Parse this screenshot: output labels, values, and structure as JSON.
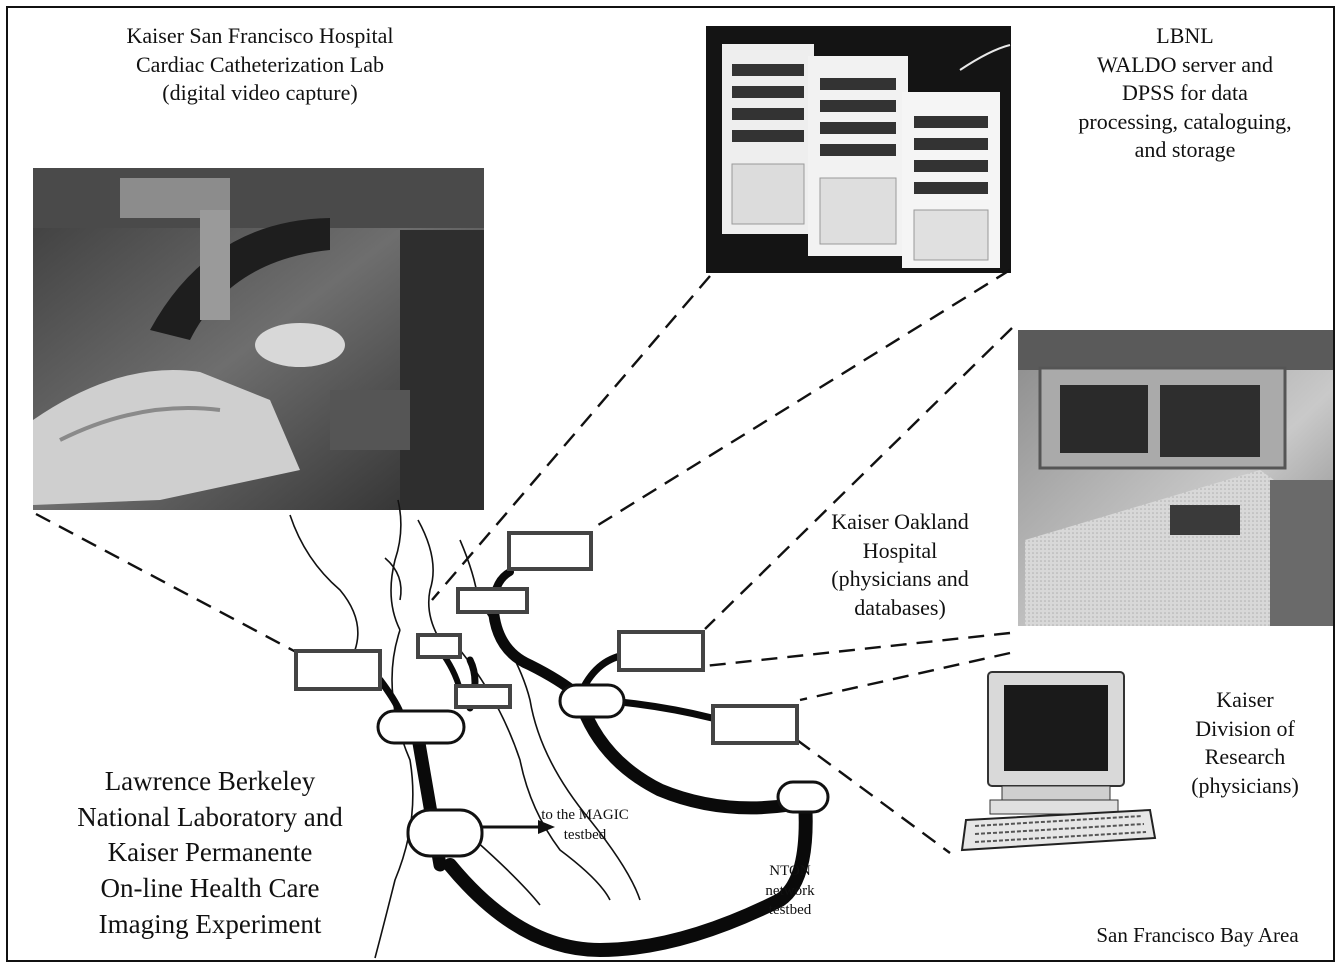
{
  "labels": {
    "kaiser_sf": [
      "Kaiser San Francisco Hospital",
      "Cardiac Catheterization Lab",
      "(digital video capture)"
    ],
    "lbnl": [
      "LBNL",
      "WALDO server and",
      "DPSS for data",
      "processing, cataloguing,",
      "and storage"
    ],
    "kaiser_oakland": [
      "Kaiser Oakland",
      "Hospital",
      "(physicians and",
      "databases)"
    ],
    "kaiser_division": [
      "Kaiser",
      "Division of",
      "Research",
      "(physicians)"
    ],
    "title": [
      "Lawrence Berkeley",
      "National Laboratory and",
      "Kaiser Permanente",
      "On-line Health Care",
      "Imaging Experiment"
    ],
    "magic": [
      "to the MAGIC",
      "testbed"
    ],
    "nton": [
      "NTON",
      "network",
      "testbed"
    ],
    "region": "San Francisco Bay Area"
  },
  "photos": {
    "cath_lab": "cardiac catheterization lab photo",
    "servers": "server racks photo",
    "oakland_workstation": "workstation console photo",
    "division_computer": "desktop computer illustration"
  },
  "colors": {
    "ink": "#111111",
    "network": "#0a0a0a",
    "node_box_fill": "#ffffff",
    "node_box_border": "#444444",
    "photo_dark": "#1b1b1b"
  }
}
